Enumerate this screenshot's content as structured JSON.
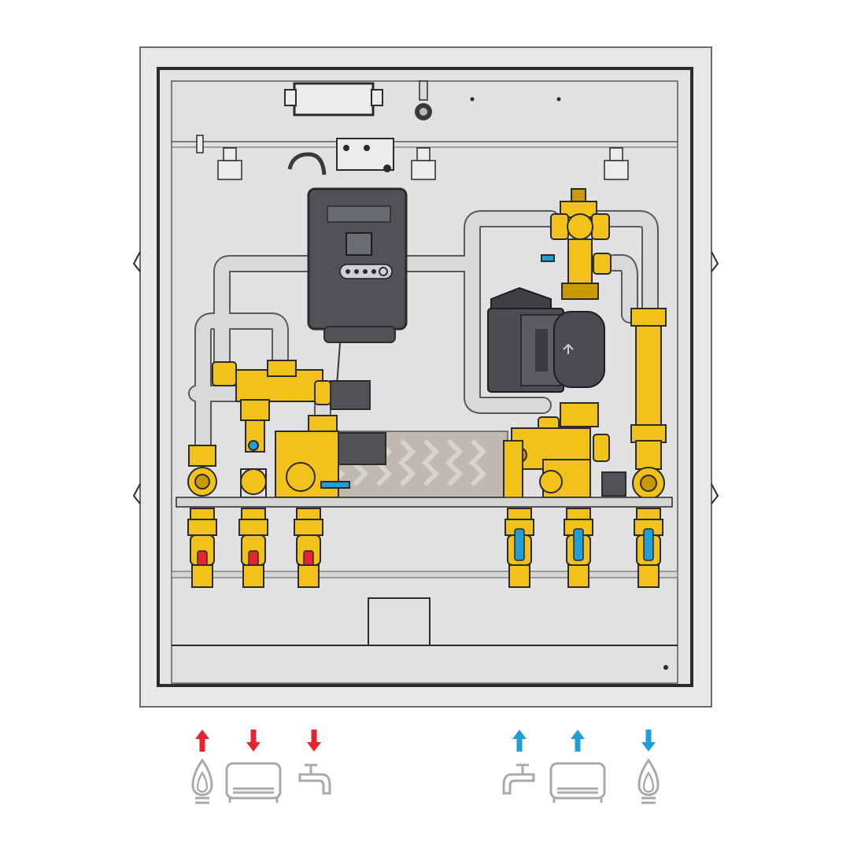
{
  "colors": {
    "background": "#ffffff",
    "cabinet_frame": "#e8e8ea",
    "cabinet_interior": "#e3e3e6",
    "outline": "#2b2b2b",
    "pipe": "#d9d9dc",
    "pipe_outline": "#5a5a5c",
    "brass": "#f2c21a",
    "brass_dark": "#c99a00",
    "controller_body": "#505256",
    "pump_body": "#4a4c50",
    "hot_flow": "#e5252b",
    "cold_flow": "#1e9fd8",
    "symbol_grey": "#a9a9ab",
    "heat_exchanger": "#bfb9b0"
  },
  "connections": [
    {
      "id": "heating-flow-out",
      "temperature": "hot",
      "direction": "up",
      "symbol": "flame-icon"
    },
    {
      "id": "radiator-flow-in",
      "temperature": "hot",
      "direction": "down",
      "symbol": "radiator-icon"
    },
    {
      "id": "hot-water-tap",
      "temperature": "hot",
      "direction": "down",
      "symbol": "tap-icon"
    },
    {
      "id": "cold-water-tap",
      "temperature": "cold",
      "direction": "up",
      "symbol": "tap-icon"
    },
    {
      "id": "radiator-return",
      "temperature": "cold",
      "direction": "up",
      "symbol": "radiator-icon"
    },
    {
      "id": "heating-return-in",
      "temperature": "cold",
      "direction": "down",
      "symbol": "flame-icon"
    }
  ],
  "valves": [
    {
      "id": "valve-1",
      "handle": "red"
    },
    {
      "id": "valve-2",
      "handle": "red"
    },
    {
      "id": "valve-3",
      "handle": "red"
    },
    {
      "id": "valve-4",
      "handle": "blue"
    },
    {
      "id": "valve-5",
      "handle": "blue"
    },
    {
      "id": "valve-6",
      "handle": "blue"
    }
  ]
}
